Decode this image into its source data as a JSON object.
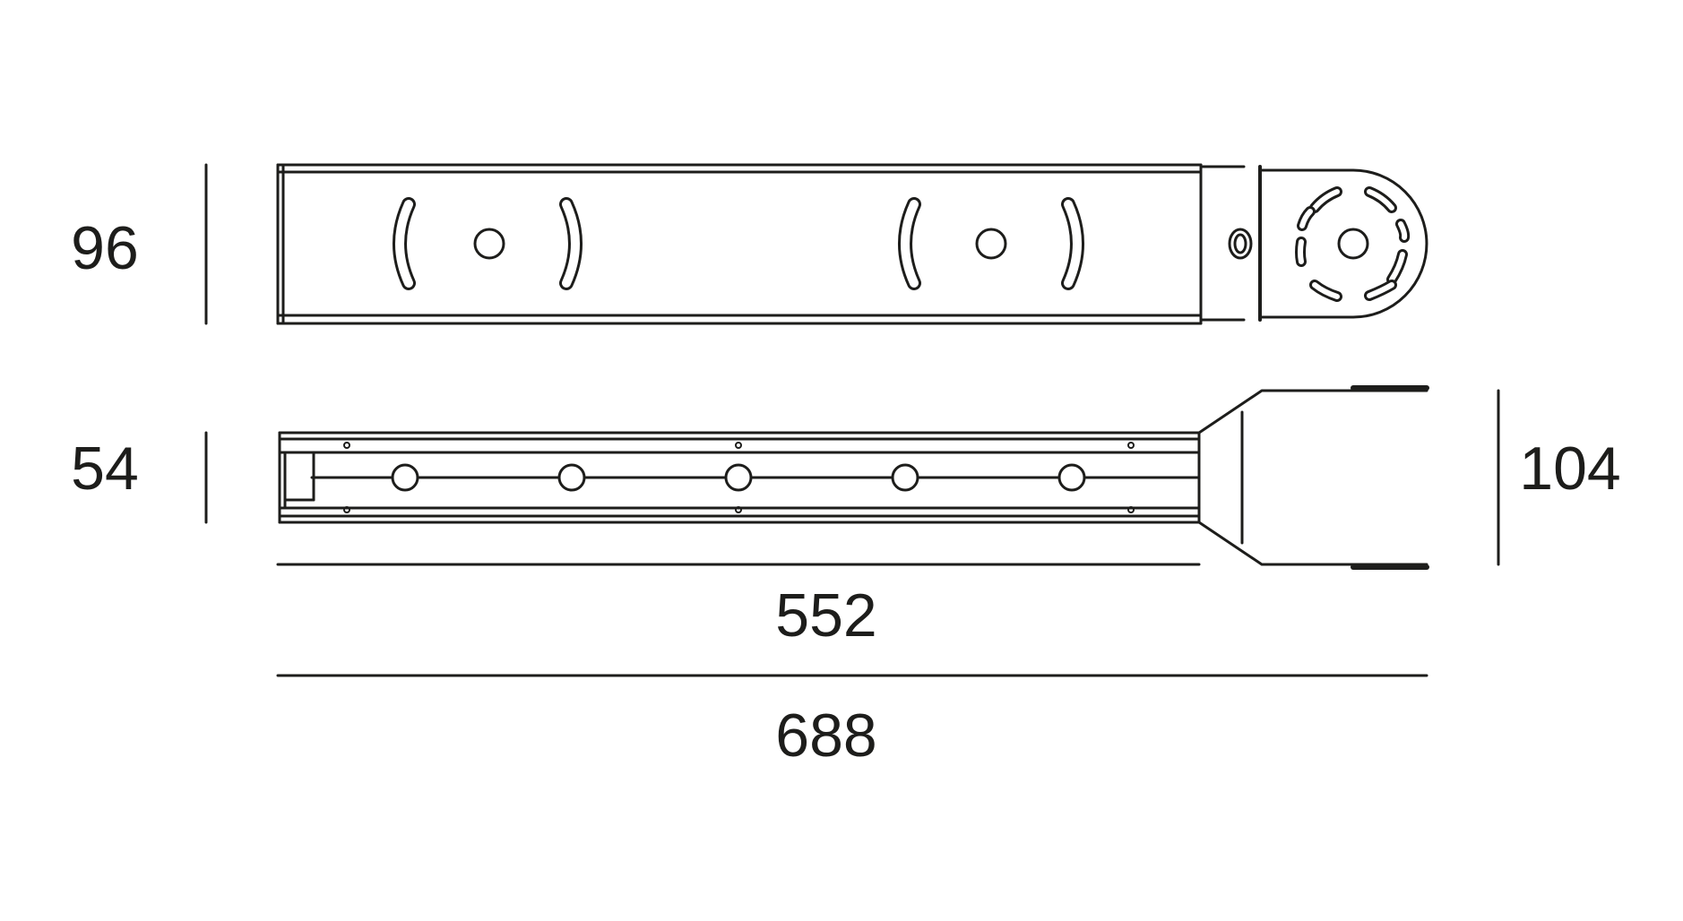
{
  "dimensions": {
    "top_view_height": "96",
    "side_view_height": "54",
    "mount_height": "104",
    "arm_length": "552",
    "overall_length": "688"
  },
  "colors": {
    "stroke": "#1d1d1b",
    "background": "#ffffff"
  }
}
